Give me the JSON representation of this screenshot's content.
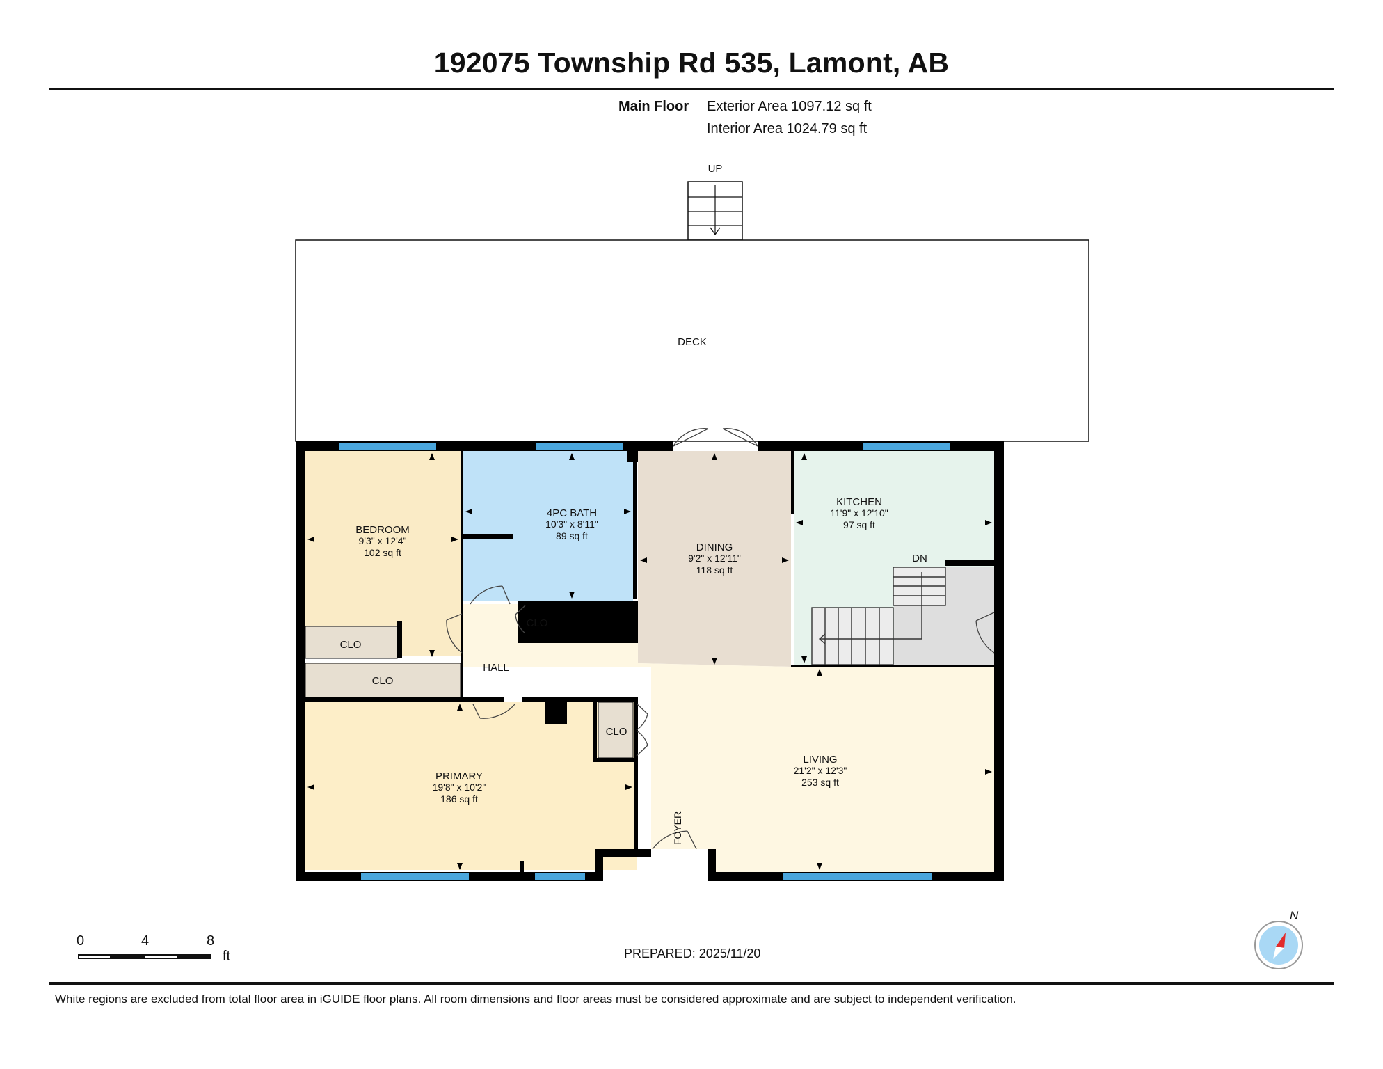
{
  "header": {
    "title": "192075 Township Rd 535, Lamont, AB",
    "floor_name": "Main Floor",
    "exterior_area": "Exterior Area 1097.12 sq ft",
    "interior_area": "Interior Area 1024.79 sq ft"
  },
  "labels": {
    "stairs_up": "UP",
    "stairs_down": "DN",
    "deck": "DECK",
    "hall": "HALL",
    "foyer": "FOYER",
    "closet": "CLO"
  },
  "rooms": {
    "bedroom": {
      "name": "BEDROOM",
      "dims": "9'3\" x 12'4\"",
      "area": "102 sq ft"
    },
    "bath": {
      "name": "4PC BATH",
      "dims": "10'3\" x 8'11\"",
      "area": "89 sq ft"
    },
    "dining": {
      "name": "DINING",
      "dims": "9'2\" x 12'11\"",
      "area": "118 sq ft"
    },
    "kitchen": {
      "name": "KITCHEN",
      "dims": "11'9\" x 12'10\"",
      "area": "97 sq ft"
    },
    "primary": {
      "name": "PRIMARY",
      "dims": "19'8\" x 10'2\"",
      "area": "186 sq ft"
    },
    "living": {
      "name": "LIVING",
      "dims": "21'2\" x 12'3\"",
      "area": "253 sq ft"
    }
  },
  "scale": {
    "ticks": [
      "0",
      "4",
      "8"
    ],
    "unit": "ft"
  },
  "compass_label": "N",
  "prepared": "PREPARED: 2025/11/20",
  "disclaimer": "White regions are excluded from total floor area in iGUIDE floor plans. All room dimensions and floor areas must be considered approximate and are subject to independent verification.",
  "colors": {
    "bedroom": "#faebc6",
    "bath": "#bfe2f8",
    "dining": "#e8ded1",
    "kitchen": "#e6f3ec",
    "primary": "#fdeec8",
    "living": "#fef7e2",
    "closet": "#e7dfd1",
    "stairs": "#dedede",
    "wall": "#000000",
    "window": "#4aa6dc"
  }
}
